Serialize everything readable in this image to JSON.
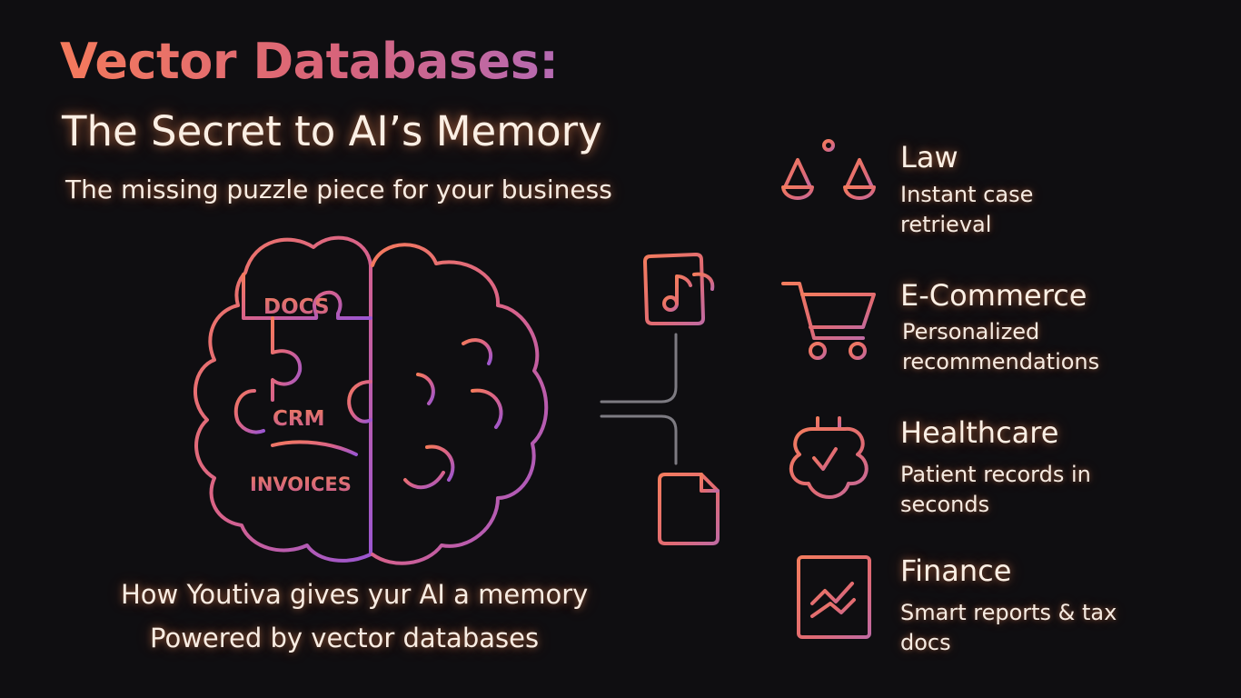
{
  "header": {
    "title": "Vector Databases:",
    "subtitle": "The Secret to AI’s Memory",
    "tagline": "The missing puzzle piece for your business"
  },
  "brain": {
    "labels": [
      "DOCS",
      "CRM",
      "INVOICES"
    ]
  },
  "footer": {
    "line1": "How Youtiva gives yur AI a memory",
    "line2": "Powered by vector databases"
  },
  "industries": [
    {
      "icon": "scales-icon",
      "title": "Law",
      "desc": [
        "Instant case",
        "retrieval"
      ]
    },
    {
      "icon": "shopping-cart-icon",
      "title": "E-Commerce",
      "desc": [
        "Personalized",
        "recommendations"
      ]
    },
    {
      "icon": "health-shield-icon",
      "title": "Healthcare",
      "desc": [
        "Patient records in",
        "seconds"
      ]
    },
    {
      "icon": "finance-chart-icon",
      "title": "Finance",
      "desc": [
        "Smart reports & tax",
        "docs"
      ]
    }
  ],
  "icons": {
    "music_file": "music-file-icon",
    "text_file": "text-file-icon"
  },
  "colors": {
    "background": "#0f0e11",
    "accent_orange": "#f47a5c",
    "accent_pink": "#d8647a",
    "accent_purple": "#a35ad0"
  }
}
